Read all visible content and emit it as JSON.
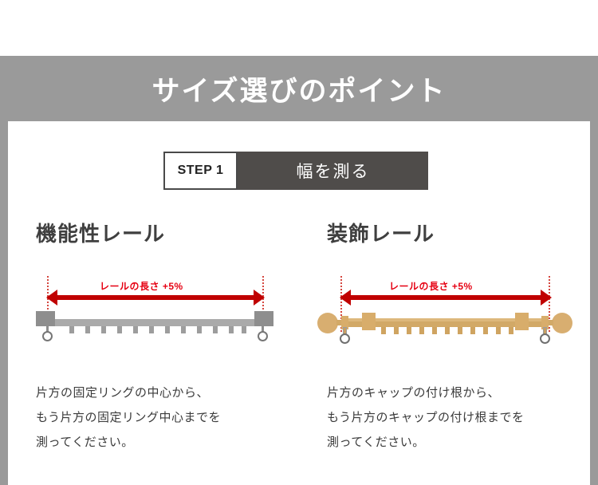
{
  "banner": {
    "title": "サイズ選びのポイント"
  },
  "step": {
    "number_label": "STEP 1",
    "title": "幅を測る"
  },
  "columns": [
    {
      "title": "機能性レール",
      "measure_label": "レールの長さ +5%",
      "caption_lines": [
        "片方の固定リングの中心から、",
        "もう片方の固定リング中心までを",
        "測ってください。"
      ]
    },
    {
      "title": "装飾レール",
      "measure_label": "レールの長さ +5%",
      "caption_lines": [
        "片方のキャップの付け根から、",
        "もう片方のキャップの付け根までを",
        "測ってください。"
      ]
    }
  ],
  "colors": {
    "banner_background": "#9a9a9a",
    "banner_text": "#ffffff",
    "step_label_background": "#4f4c4a",
    "measure_red": "#e60012",
    "arrow_red": "#c00000",
    "functional_rail": "#aaaaaa",
    "decorative_rail": "#d2a967",
    "body_text": "#3a3a3a"
  }
}
